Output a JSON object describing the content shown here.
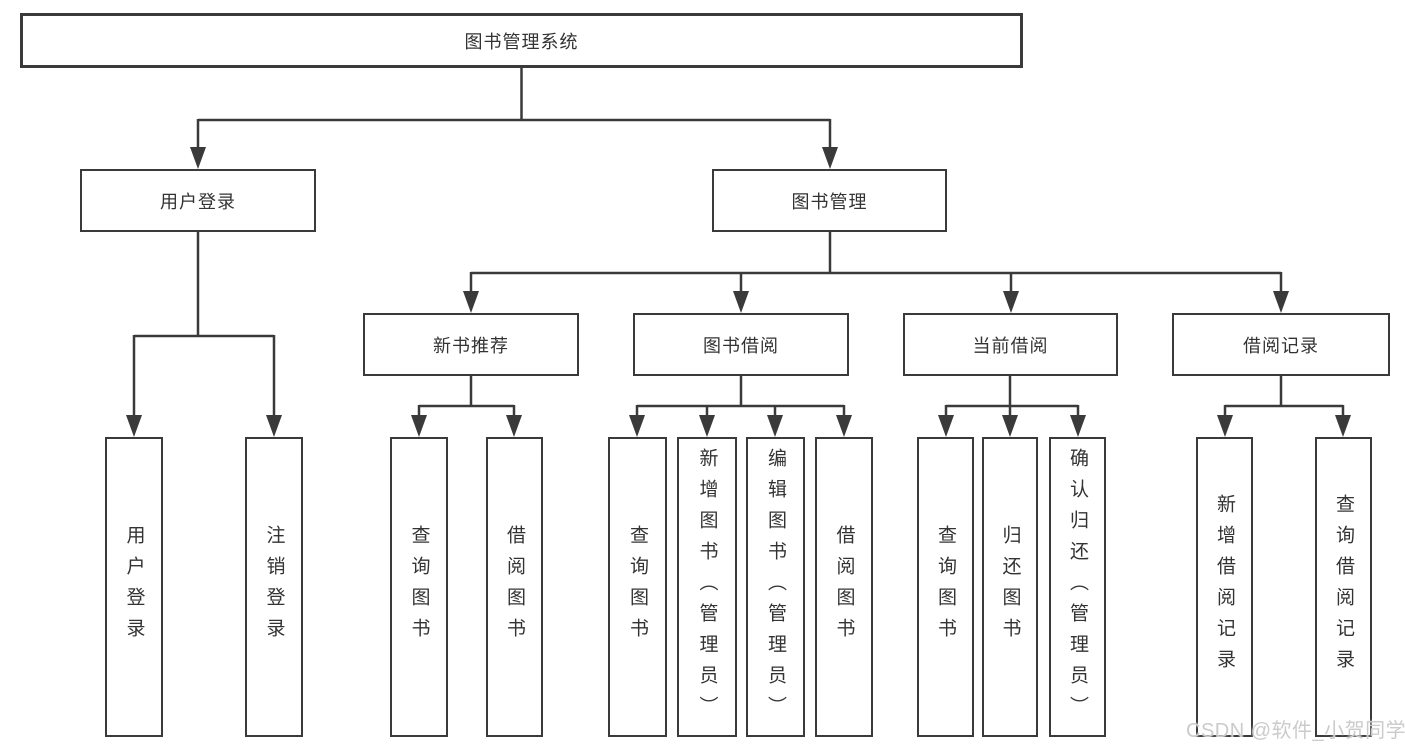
{
  "colors": {
    "line": "#3a3a3a",
    "box_border": "#3a3a3a",
    "text": "#333333",
    "background": "#ffffff",
    "watermark_text": "#cbcbcb"
  },
  "diagram": {
    "type": "hierarchy-tree",
    "root": {
      "label": "图书管理系统",
      "children": [
        {
          "label": "用户登录",
          "children": [
            {
              "label": "用户登录"
            },
            {
              "label": "注销登录"
            }
          ]
        },
        {
          "label": "图书管理",
          "children": [
            {
              "label": "新书推荐",
              "children": [
                {
                  "label": "查询图书"
                },
                {
                  "label": "借阅图书"
                }
              ]
            },
            {
              "label": "图书借阅",
              "children": [
                {
                  "label": "查询图书"
                },
                {
                  "label": "新增图书（管理员）"
                },
                {
                  "label": "编辑图书（管理员）"
                },
                {
                  "label": "借阅图书"
                }
              ]
            },
            {
              "label": "当前借阅",
              "children": [
                {
                  "label": "查询图书"
                },
                {
                  "label": "归还图书"
                },
                {
                  "label": "确认归还（管理员）"
                }
              ]
            },
            {
              "label": "借阅记录",
              "children": [
                {
                  "label": "新增借阅记录"
                },
                {
                  "label": "查询借阅记录"
                }
              ]
            }
          ]
        }
      ]
    }
  },
  "watermark": {
    "text": "CSDN @软件_小贺同学"
  }
}
